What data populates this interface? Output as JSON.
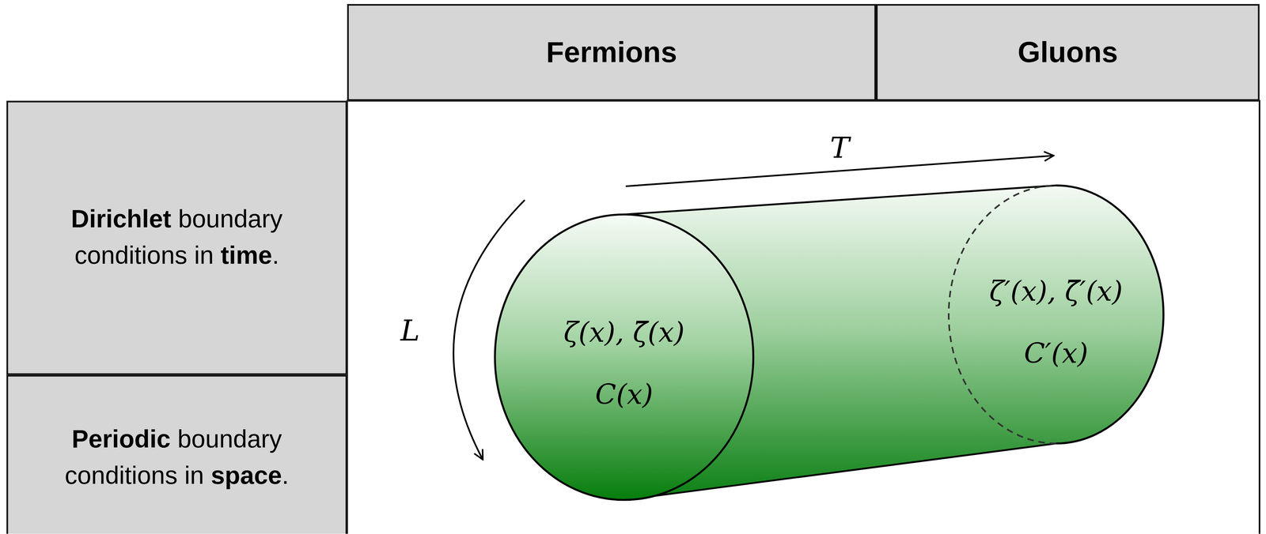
{
  "diagram": {
    "nodes": [
      {
        "text": [
          "Fermions"
        ]
      },
      {
        "text": [
          "Gluons"
        ]
      },
      {
        "text": [
          "Dirichlet boundary conditions in time."
        ]
      },
      {
        "text": [
          "Periodic boundary conditions in space."
        ]
      },
      {
        "text": [
          "ζ(x), ζ̄(x)",
          "C(x)"
        ]
      },
      {
        "text": [
          "ζ′(x), ζ̄′(x)",
          "C′(x)"
        ]
      }
    ],
    "labels": [
      "T",
      "L"
    ]
  }
}
